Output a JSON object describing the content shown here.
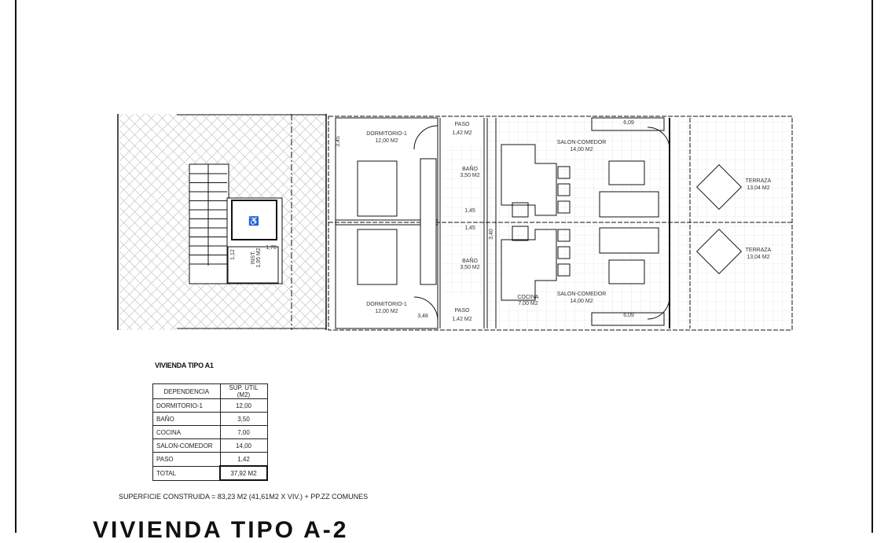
{
  "plan": {
    "rooms_top": [
      {
        "name": "DORMITORIO-1",
        "area": "12,00 M2"
      },
      {
        "name": "PASO",
        "area": "1,42 M2"
      },
      {
        "name": "BAÑO",
        "area": "3,50 M2"
      },
      {
        "name": "SALON-COMEDOR",
        "area": "14,00 M2"
      },
      {
        "name": "TERRAZA",
        "area": "13,04 M2"
      }
    ],
    "rooms_bottom": [
      {
        "name": "DORMITORIO-1",
        "area": "12,00 M2"
      },
      {
        "name": "PASO",
        "area": "1,42 M2"
      },
      {
        "name": "BAÑO",
        "area": "3,50 M2"
      },
      {
        "name": "COCINA",
        "area": "7,00 M2"
      },
      {
        "name": "SALON-COMEDOR",
        "area": "14,00 M2"
      },
      {
        "name": "TERRAZA",
        "area": "13,04 M2"
      }
    ],
    "inst": {
      "name": "INST.",
      "area": "1,95 M2"
    },
    "dims": [
      "3,45",
      "1,45",
      "3,40",
      "1,12",
      "1,70",
      "6,09",
      "3,48",
      "1,45",
      "6,09"
    ]
  },
  "subtitle": "VIVIENDA TIPO A1",
  "table": {
    "headers": [
      "DEPENDENCIA",
      "SUP. UTIL (M2)"
    ],
    "rows": [
      [
        "DORMITORIO-1",
        "12,00"
      ],
      [
        "BAÑO",
        "3,50"
      ],
      [
        "COCINA",
        "7,00"
      ],
      [
        "SALON-COMEDOR",
        "14,00"
      ],
      [
        "PASO",
        "1,42"
      ]
    ],
    "total": [
      "TOTAL",
      "37,92 M2"
    ]
  },
  "construida": "SUPERFICIE CONSTRUIDA = 83,23 M2 (41,61M2 X VIV.) + PP.ZZ COMUNES",
  "next_title": "VIVIENDA TIPO A-2"
}
